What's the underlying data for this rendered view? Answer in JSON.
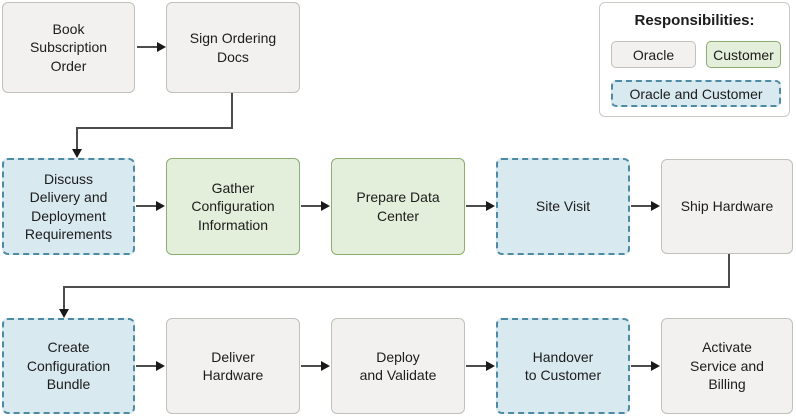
{
  "legend": {
    "title": "Responsibilities:",
    "items": [
      {
        "label": "Oracle",
        "type": "oracle"
      },
      {
        "label": "Customer",
        "type": "customer"
      },
      {
        "label": "Oracle and Customer",
        "type": "both"
      }
    ]
  },
  "steps": [
    {
      "label": "Book\nSubscription\nOrder",
      "responsibility": "Oracle"
    },
    {
      "label": "Sign Ordering\nDocs",
      "responsibility": "Oracle"
    },
    {
      "label": "Discuss\nDelivery and\nDeployment\nRequirements",
      "responsibility": "Oracle and Customer"
    },
    {
      "label": "Gather\nConfiguration\nInformation",
      "responsibility": "Customer"
    },
    {
      "label": "Prepare Data\nCenter",
      "responsibility": "Customer"
    },
    {
      "label": "Site Visit",
      "responsibility": "Oracle and Customer"
    },
    {
      "label": "Ship Hardware",
      "responsibility": "Oracle"
    },
    {
      "label": "Create\nConfiguration\nBundle",
      "responsibility": "Oracle and Customer"
    },
    {
      "label": "Deliver\nHardware",
      "responsibility": "Oracle"
    },
    {
      "label": "Deploy\nand Validate",
      "responsibility": "Oracle"
    },
    {
      "label": "Handover\nto Customer",
      "responsibility": "Oracle and Customer"
    },
    {
      "label": "Activate\nService and\nBilling",
      "responsibility": "Oracle"
    }
  ],
  "colors": {
    "background": "#ffffff",
    "text": "#1c1c1c",
    "oracle_fill": "#f2f1ef",
    "oracle_border": "#c2c0ba",
    "customer_fill": "#e4efdb",
    "customer_border": "#8bad70",
    "both_fill": "#d8e9f0",
    "both_border": "#4e8ba2",
    "connector_line": "#4c4c4c",
    "arrowhead": "#1a1a1a"
  }
}
